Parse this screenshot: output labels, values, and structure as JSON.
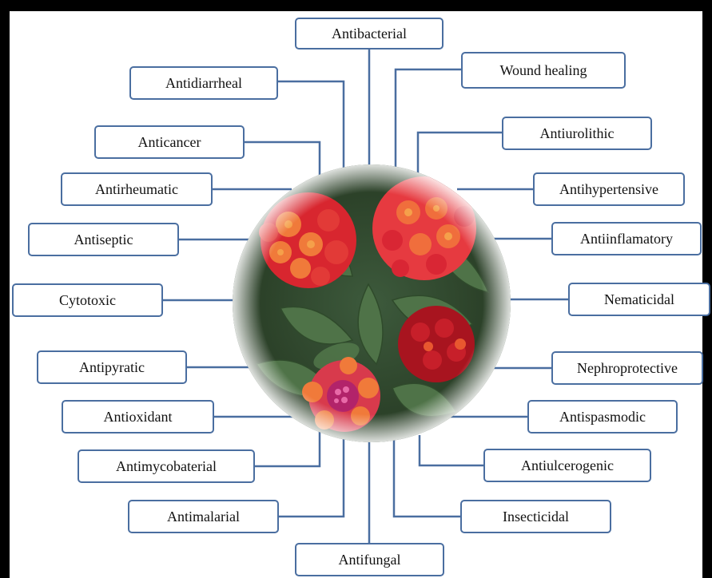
{
  "diagram": {
    "center_image": "lantana-flower-cluster-photo",
    "labels": {
      "antibacterial": "Antibacterial",
      "antidiarrheal": "Antidiarrheal",
      "wound_healing": "Wound healing",
      "anticancer": "Anticancer",
      "antiurolithic": "Antiurolithic",
      "antirheumatic": "Antirheumatic",
      "antihypertensive": "Antihypertensive",
      "antiseptic": "Antiseptic",
      "antiinflamatory": "Antiinflamatory",
      "cytotoxic": "Cytotoxic",
      "nematicidal": "Nematicidal",
      "antipyratic": "Antipyratic",
      "nephroprotective": "Nephroprotective",
      "antioxidant": "Antioxidant",
      "antispasmodic": "Antispasmodic",
      "antimycobaterial": "Antimycobaterial",
      "antiulcerogenic": "Antiulcerogenic",
      "antimalarial": "Antimalarial",
      "insecticidal": "Insecticidal",
      "antifungal": "Antifungal"
    },
    "colors": {
      "frame": "#000000",
      "box_border": "#4a6ea0",
      "connector": "#4a6ea0"
    }
  }
}
